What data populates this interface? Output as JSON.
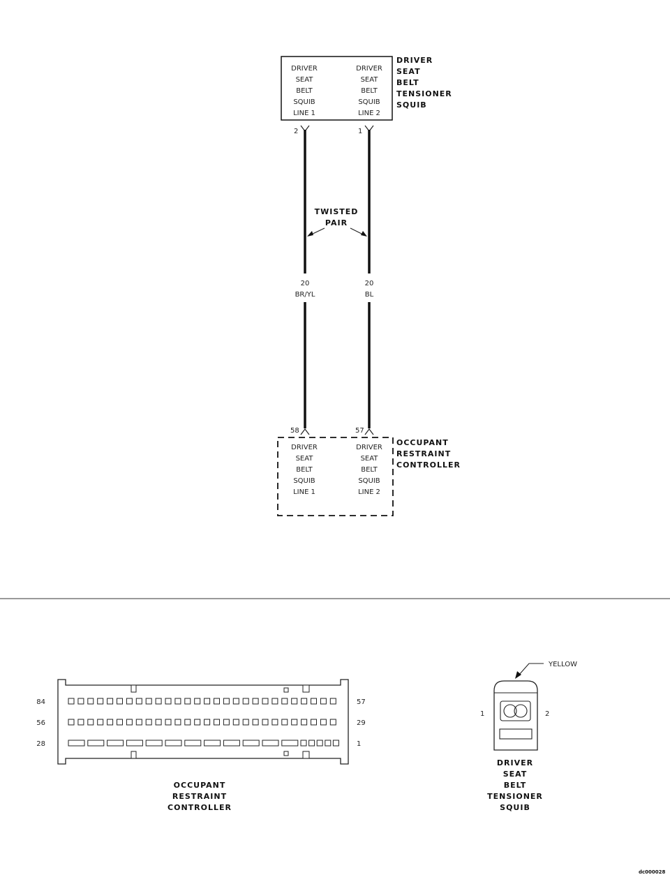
{
  "upper_schematic": {
    "squib": {
      "label": [
        "DRIVER",
        "SEAT",
        "BELT",
        "TENSIONER",
        "SQUIB"
      ],
      "left_function": [
        "DRIVER",
        "SEAT",
        "BELT",
        "SQUIB",
        "LINE 1"
      ],
      "right_function": [
        "DRIVER",
        "SEAT",
        "BELT",
        "SQUIB",
        "LINE 2"
      ],
      "left_pin": "2",
      "right_pin": "1"
    },
    "twisted_pair_label": [
      "TWISTED",
      "PAIR"
    ],
    "wires": [
      {
        "gauge": "20",
        "color": "BR/YL"
      },
      {
        "gauge": "20",
        "color": "BL"
      }
    ],
    "controller": {
      "label": [
        "OCCUPANT",
        "RESTRAINT",
        "CONTROLLER"
      ],
      "left_function": [
        "DRIVER",
        "SEAT",
        "BELT",
        "SQUIB",
        "LINE 1"
      ],
      "right_function": [
        "DRIVER",
        "SEAT",
        "BELT",
        "SQUIB",
        "LINE 2"
      ],
      "left_pin": "58",
      "right_pin": "57"
    }
  },
  "connector_views": {
    "controller_connector": {
      "row_labels_left": [
        "84",
        "56",
        "28"
      ],
      "row_labels_right": [
        "57",
        "29",
        "1"
      ],
      "label": [
        "OCCUPANT",
        "RESTRAINT",
        "CONTROLLER"
      ]
    },
    "squib_connector": {
      "color_callout": "YELLOW",
      "pin_left": "1",
      "pin_right": "2",
      "label": [
        "DRIVER",
        "SEAT",
        "BELT",
        "TENSIONER",
        "SQUIB"
      ]
    }
  },
  "figure_id": "dc000028"
}
